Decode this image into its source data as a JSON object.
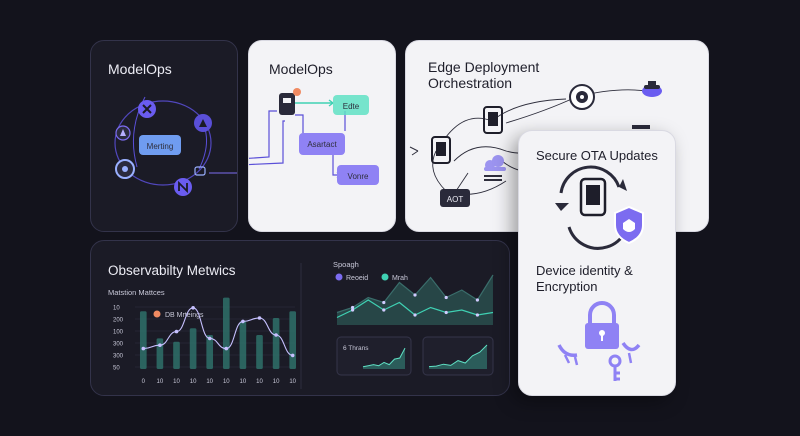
{
  "panels": {
    "modelops_dark": {
      "title": "ModelOps",
      "node_label": "Merting"
    },
    "modelops_light": {
      "title": "ModelOps",
      "nodes": [
        "Edte",
        "Asartact",
        "Vonre"
      ]
    },
    "edge": {
      "title_line1": "Edge Deployment",
      "title_line2": "Orchestration",
      "aot_label": "AOT"
    },
    "ota": {
      "title": "Secure OTA Updates",
      "identity_line1": "Device identity &",
      "identity_line2": "Encryption"
    },
    "observability": {
      "title": "Observabilty Metwics",
      "subtitle": "Matstion Mattces",
      "bar_legend": "DB Mrteings",
      "right_title": "Spoagh",
      "legend_a": "Reoeid",
      "legend_b": "Mrah",
      "mini_label": "6 Thrans"
    }
  },
  "colors": {
    "background": "#13131c",
    "accent_purple": "#7c6cf0",
    "accent_teal": "#3fd1b3",
    "accent_blue": "#6f9cf0",
    "accent_orange": "#f08a62"
  },
  "chart_data": [
    {
      "type": "bar",
      "title": "Observabilty Metwics",
      "subtitle": "Matstion Mattces",
      "categories": [
        "0",
        "10",
        "10",
        "10",
        "10",
        "10",
        "10",
        "10",
        "10",
        "10"
      ],
      "y_ticks": [
        "10",
        "200",
        "100",
        "300",
        "300",
        "50"
      ],
      "series": [
        {
          "name": "DB Mrteings",
          "values": [
            0.85,
            0.45,
            0.4,
            0.6,
            0.5,
            1.05,
            0.7,
            0.5,
            0.75,
            0.85
          ]
        }
      ],
      "line_values": [
        0.3,
        0.35,
        0.55,
        0.9,
        0.45,
        0.3,
        0.7,
        0.75,
        0.5,
        0.2
      ]
    },
    {
      "type": "area",
      "title": "Spoagh",
      "series": [
        {
          "name": "Reoeid",
          "values": [
            0.25,
            0.35,
            0.55,
            0.45,
            0.85,
            0.6,
            0.95,
            0.55,
            0.7,
            0.5,
            1.0
          ]
        },
        {
          "name": "Mrah",
          "values": [
            0.15,
            0.3,
            0.5,
            0.3,
            0.45,
            0.2,
            0.35,
            0.25,
            0.3,
            0.2,
            0.25
          ]
        }
      ]
    },
    {
      "type": "area",
      "title": "6 Thrans",
      "values": [
        0.1,
        0.15,
        0.2,
        0.15,
        0.3,
        0.2,
        0.45,
        0.5,
        0.95
      ]
    },
    {
      "type": "area",
      "values": [
        0.1,
        0.12,
        0.2,
        0.15,
        0.35,
        0.25,
        0.55,
        0.7,
        1.0
      ]
    }
  ]
}
